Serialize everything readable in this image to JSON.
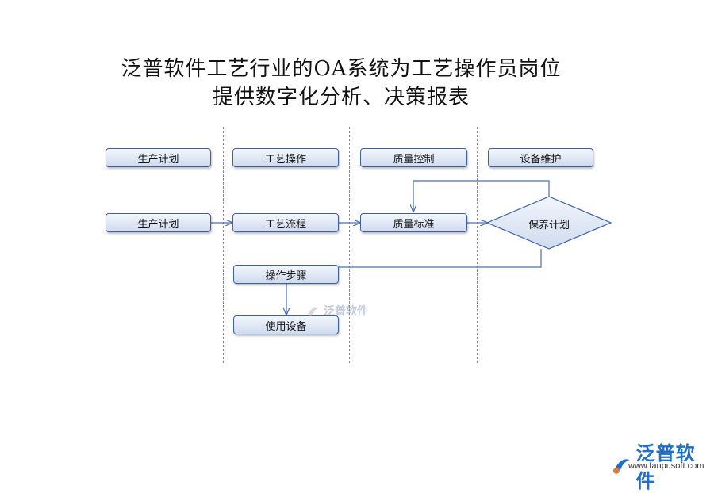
{
  "title": {
    "line1": "泛普软件工艺行业的OA系统为工艺操作员岗位",
    "line2": "提供数字化分析、决策报表"
  },
  "lanes": {
    "headers": [
      "生产计划",
      "工艺操作",
      "质量控制",
      "设备维护"
    ]
  },
  "nodes": {
    "plan": "生产计划",
    "process": "工艺流程",
    "quality_standard": "质量标准",
    "maintenance_plan": "保养计划",
    "steps": "操作步骤",
    "equipment_use": "使用设备"
  },
  "watermark": {
    "text": "泛普软件"
  },
  "brand": {
    "name": "泛普软件",
    "url": "www.fanpusoft.com"
  },
  "colors": {
    "box_border": "#3b62a6",
    "box_fill": "#cfdbef",
    "arrow": "#4a6fb0",
    "brand": "#1f6fc4"
  }
}
